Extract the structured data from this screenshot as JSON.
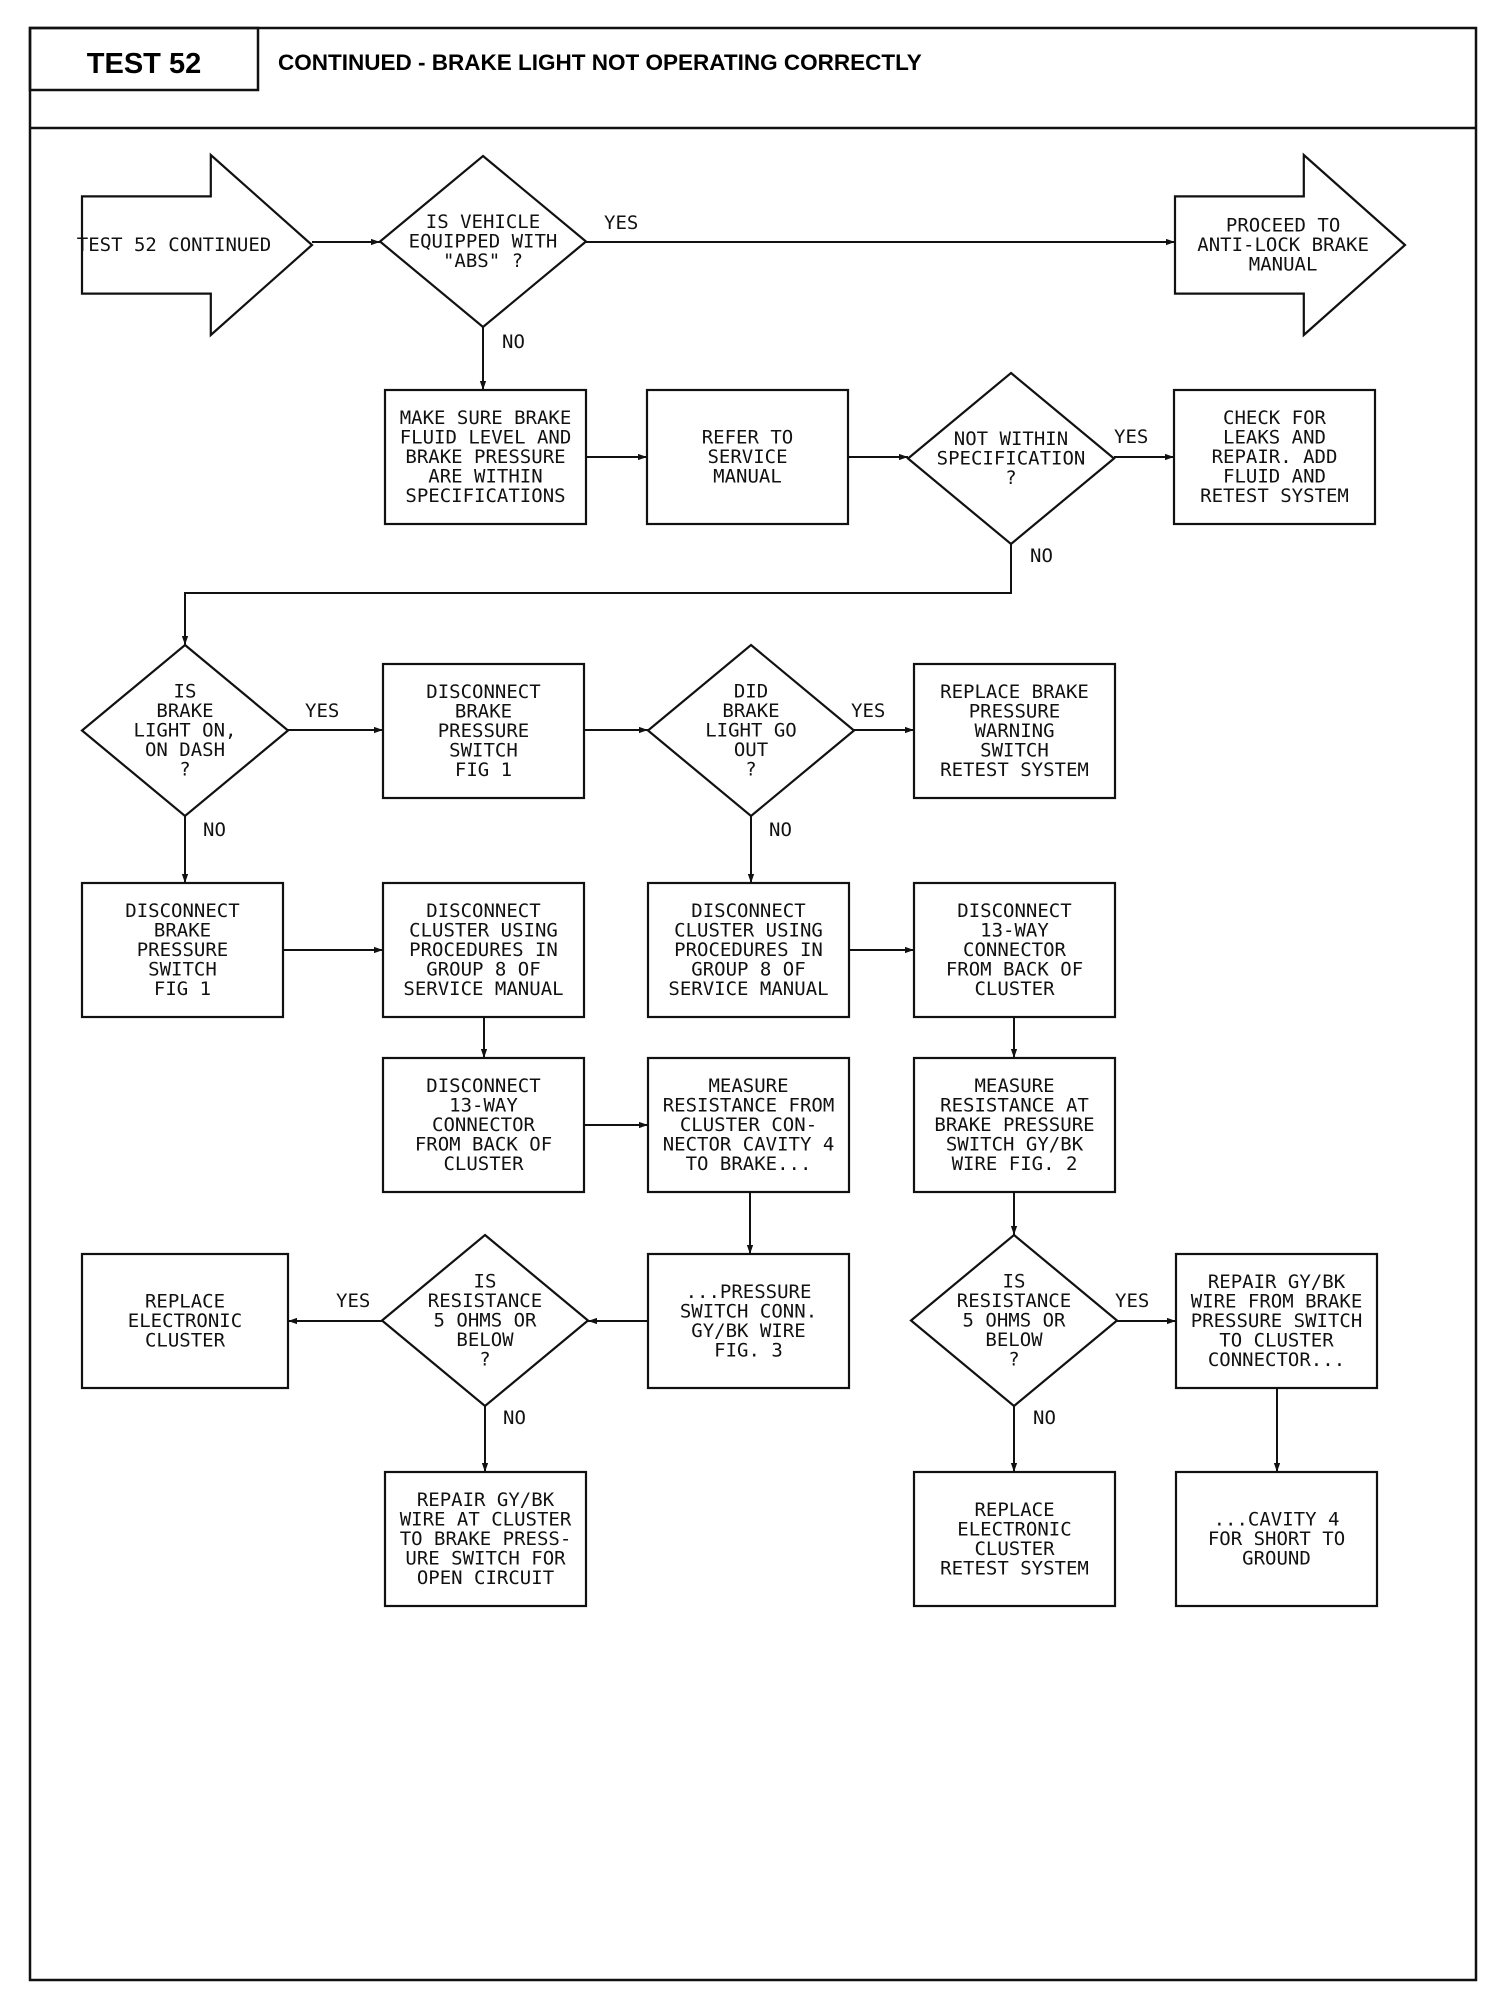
{
  "header": {
    "test_label": "TEST 52",
    "title": "CONTINUED - BRAKE LIGHT NOT OPERATING CORRECTLY"
  },
  "nodes": {
    "start": {
      "type": "arrow-right",
      "lines": [
        "TEST 52 CONTINUED"
      ]
    },
    "abs_q": {
      "type": "decision",
      "lines": [
        "IS VEHICLE",
        "EQUIPPED WITH",
        "\"ABS\" ?"
      ]
    },
    "abs_manual": {
      "type": "arrow-right",
      "lines": [
        "PROCEED TO",
        "ANTI-LOCK BRAKE",
        "MANUAL"
      ]
    },
    "fluid_check": {
      "type": "process",
      "lines": [
        "MAKE SURE BRAKE",
        "FLUID LEVEL AND",
        "BRAKE PRESSURE",
        "ARE WITHIN",
        "SPECIFICATIONS"
      ]
    },
    "refer_manual": {
      "type": "process",
      "lines": [
        "REFER TO",
        "SERVICE",
        "MANUAL"
      ]
    },
    "spec_q": {
      "type": "decision",
      "lines": [
        "NOT WITHIN",
        "SPECIFICATION",
        "?"
      ]
    },
    "check_leaks": {
      "type": "process",
      "lines": [
        "CHECK FOR",
        "LEAKS AND",
        "REPAIR. ADD",
        "FLUID AND",
        "RETEST SYSTEM"
      ]
    },
    "light_on_q": {
      "type": "decision",
      "lines": [
        "IS",
        "BRAKE",
        "LIGHT ON,",
        "ON DASH",
        "?"
      ]
    },
    "disc_switch_1": {
      "type": "process",
      "lines": [
        "DISCONNECT",
        "BRAKE",
        "PRESSURE",
        "SWITCH",
        "FIG 1"
      ]
    },
    "go_out_q": {
      "type": "decision",
      "lines": [
        "DID",
        "BRAKE",
        "LIGHT GO",
        "OUT",
        "?"
      ]
    },
    "replace_switch": {
      "type": "process",
      "lines": [
        "REPLACE BRAKE",
        "PRESSURE",
        "WARNING",
        "SWITCH",
        "RETEST SYSTEM"
      ]
    },
    "disc_switch_2": {
      "type": "process",
      "lines": [
        "DISCONNECT",
        "BRAKE",
        "PRESSURE",
        "SWITCH",
        "FIG 1"
      ]
    },
    "disc_cluster_1": {
      "type": "process",
      "lines": [
        "DISCONNECT",
        "CLUSTER USING",
        "PROCEDURES IN",
        "GROUP 8 OF",
        "SERVICE MANUAL"
      ]
    },
    "disc_cluster_2": {
      "type": "process",
      "lines": [
        "DISCONNECT",
        "CLUSTER USING",
        "PROCEDURES IN",
        "GROUP 8 OF",
        "SERVICE MANUAL"
      ]
    },
    "disc_13way_2": {
      "type": "process",
      "lines": [
        "DISCONNECT",
        "13-WAY",
        "CONNECTOR",
        "FROM BACK OF",
        "CLUSTER"
      ]
    },
    "disc_13way_1": {
      "type": "process",
      "lines": [
        "DISCONNECT",
        "13-WAY",
        "CONNECTOR",
        "FROM BACK OF",
        "CLUSTER"
      ]
    },
    "measure_cav4": {
      "type": "process",
      "lines": [
        "MEASURE",
        "RESISTANCE FROM",
        "CLUSTER CON-",
        "NECTOR CAVITY 4",
        "TO BRAKE..."
      ]
    },
    "measure_switch": {
      "type": "process",
      "lines": [
        "MEASURE",
        "RESISTANCE AT",
        "BRAKE PRESSURE",
        "SWITCH GY/BK",
        "WIRE FIG. 2"
      ]
    },
    "replace_cluster_1": {
      "type": "process",
      "lines": [
        "REPLACE",
        "ELECTRONIC",
        "CLUSTER"
      ]
    },
    "res_q_1": {
      "type": "decision",
      "lines": [
        "IS",
        "RESISTANCE",
        "5 OHMS OR",
        "BELOW",
        "?"
      ]
    },
    "pressure_conn": {
      "type": "process",
      "lines": [
        "...PRESSURE",
        "SWITCH CONN.",
        "GY/BK WIRE",
        "FIG. 3"
      ]
    },
    "res_q_2": {
      "type": "decision",
      "lines": [
        "IS",
        "RESISTANCE",
        "5 OHMS OR",
        "BELOW",
        "?"
      ]
    },
    "repair_short": {
      "type": "process",
      "lines": [
        "REPAIR GY/BK",
        "WIRE FROM BRAKE",
        "PRESSURE SWITCH",
        "TO CLUSTER",
        "CONNECTOR..."
      ]
    },
    "repair_open": {
      "type": "process",
      "lines": [
        "REPAIR GY/BK",
        "WIRE AT CLUSTER",
        "TO BRAKE PRESS-",
        "URE SWITCH FOR",
        "OPEN CIRCUIT"
      ]
    },
    "replace_cluster_2": {
      "type": "process",
      "lines": [
        "REPLACE",
        "ELECTRONIC",
        "CLUSTER",
        "RETEST SYSTEM"
      ]
    },
    "cavity4_short": {
      "type": "process",
      "lines": [
        "...CAVITY 4",
        "FOR SHORT TO",
        "GROUND"
      ]
    }
  },
  "edges": [
    {
      "from": "start",
      "to": "abs_q",
      "label": ""
    },
    {
      "from": "abs_q",
      "to": "abs_manual",
      "label": "YES"
    },
    {
      "from": "abs_q",
      "to": "fluid_check",
      "label": "NO"
    },
    {
      "from": "fluid_check",
      "to": "refer_manual",
      "label": ""
    },
    {
      "from": "refer_manual",
      "to": "spec_q",
      "label": ""
    },
    {
      "from": "spec_q",
      "to": "check_leaks",
      "label": "YES"
    },
    {
      "from": "spec_q",
      "to": "light_on_q",
      "label": "NO"
    },
    {
      "from": "light_on_q",
      "to": "disc_switch_1",
      "label": "YES"
    },
    {
      "from": "light_on_q",
      "to": "disc_switch_2",
      "label": "NO"
    },
    {
      "from": "disc_switch_1",
      "to": "go_out_q",
      "label": ""
    },
    {
      "from": "go_out_q",
      "to": "replace_switch",
      "label": "YES"
    },
    {
      "from": "go_out_q",
      "to": "disc_cluster_2",
      "label": "NO"
    },
    {
      "from": "disc_switch_2",
      "to": "disc_cluster_1",
      "label": ""
    },
    {
      "from": "disc_cluster_2",
      "to": "disc_13way_2",
      "label": ""
    },
    {
      "from": "disc_cluster_1",
      "to": "disc_13way_1",
      "label": ""
    },
    {
      "from": "disc_13way_1",
      "to": "measure_cav4",
      "label": ""
    },
    {
      "from": "measure_cav4",
      "to": "pressure_conn",
      "label": ""
    },
    {
      "from": "pressure_conn",
      "to": "res_q_1",
      "label": ""
    },
    {
      "from": "res_q_1",
      "to": "replace_cluster_1",
      "label": "YES"
    },
    {
      "from": "res_q_1",
      "to": "repair_open",
      "label": "NO"
    },
    {
      "from": "disc_13way_2",
      "to": "measure_switch",
      "label": ""
    },
    {
      "from": "measure_switch",
      "to": "res_q_2",
      "label": ""
    },
    {
      "from": "res_q_2",
      "to": "repair_short",
      "label": "YES"
    },
    {
      "from": "res_q_2",
      "to": "replace_cluster_2",
      "label": "NO"
    },
    {
      "from": "repair_short",
      "to": "cavity4_short",
      "label": ""
    }
  ]
}
